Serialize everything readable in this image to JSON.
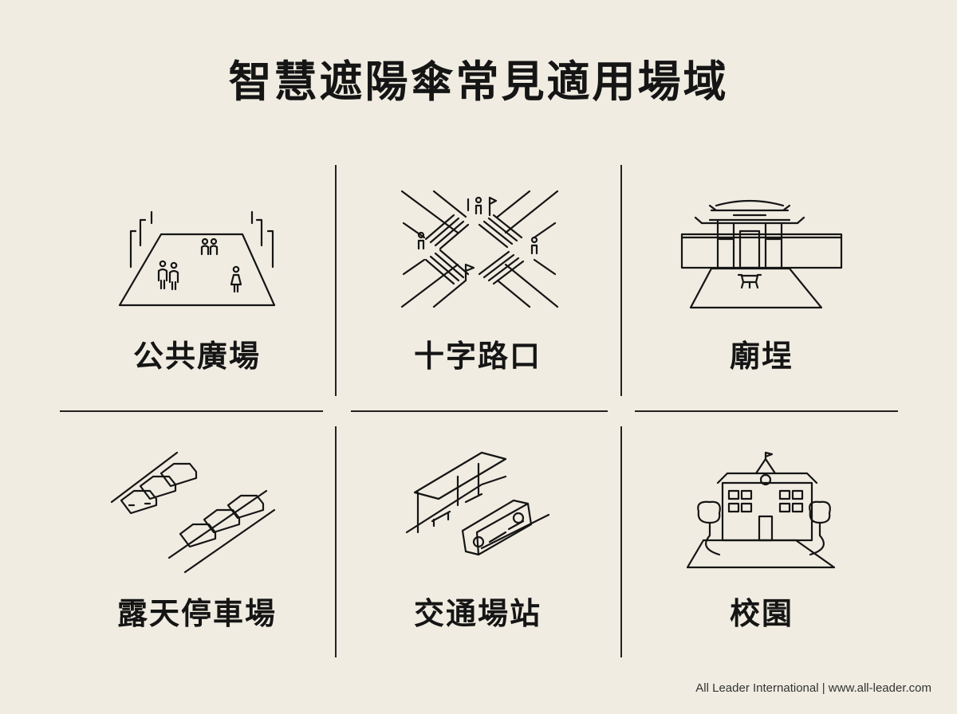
{
  "title": "智慧遮陽傘常見適用場域",
  "scenes": [
    {
      "label": "公共廣場",
      "icon": "plaza-icon"
    },
    {
      "label": "十字路口",
      "icon": "crossroad-icon"
    },
    {
      "label": "廟埕",
      "icon": "temple-icon"
    },
    {
      "label": "露天停車場",
      "icon": "parking-lot-icon"
    },
    {
      "label": "交通場站",
      "icon": "bus-station-icon"
    },
    {
      "label": "校園",
      "icon": "campus-icon"
    }
  ],
  "footer": "All Leader International | www.all-leader.com"
}
